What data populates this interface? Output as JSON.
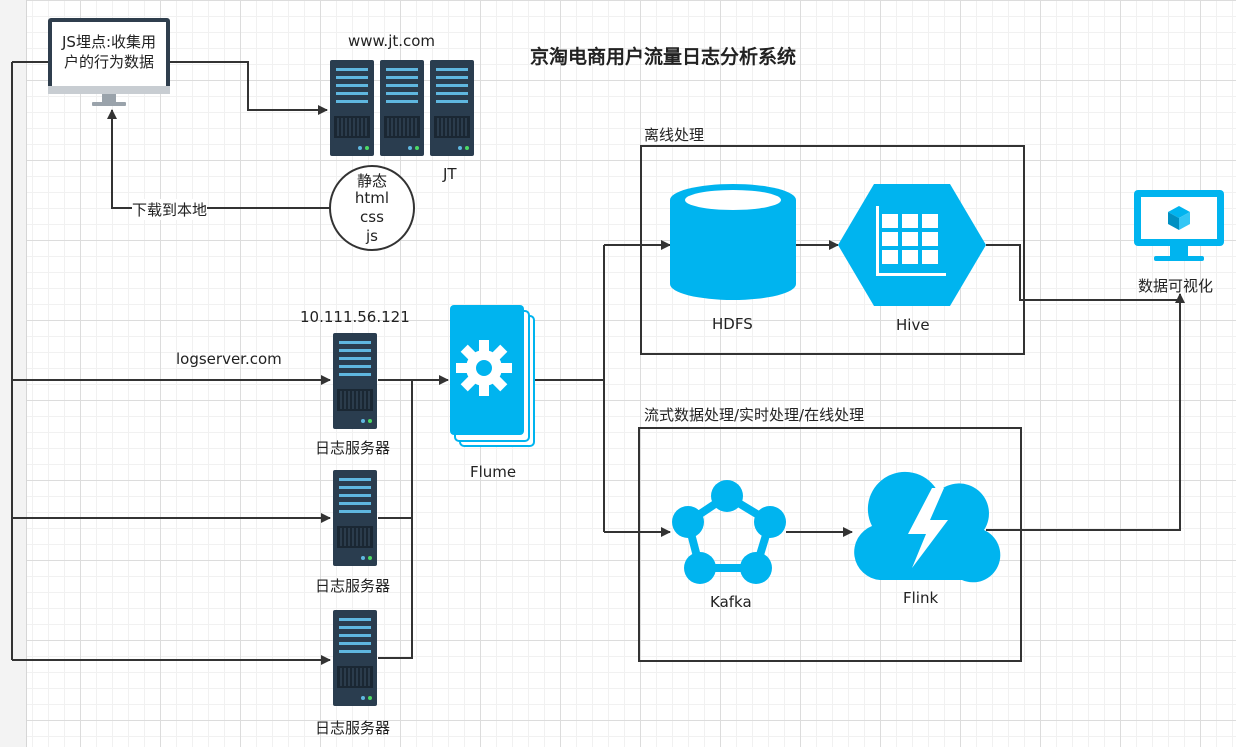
{
  "title": "京淘电商用户流量日志分析系统",
  "client": {
    "line1": "JS埋点:收集用",
    "line2": "户的行为数据"
  },
  "website": {
    "domain": "www.jt.com",
    "label": "JT"
  },
  "static_circle": [
    "静态",
    "html",
    "css",
    "js"
  ],
  "download_label": "下载到本地",
  "log_server": {
    "ip": "10.111.56.121",
    "domain": "logserver.com",
    "label": "日志服务器"
  },
  "flume_label": "Flume",
  "offline_box_label": "离线处理",
  "stream_box_label": "流式数据处理/实时处理/在线处理",
  "hdfs_label": "HDFS",
  "hive_label": "Hive",
  "kafka_label": "Kafka",
  "flink_label": "Flink",
  "viz_label": "数据可视化",
  "colors": {
    "accent": "#00b4ef",
    "server_dark": "#2a3d4f",
    "line": "#333333"
  }
}
